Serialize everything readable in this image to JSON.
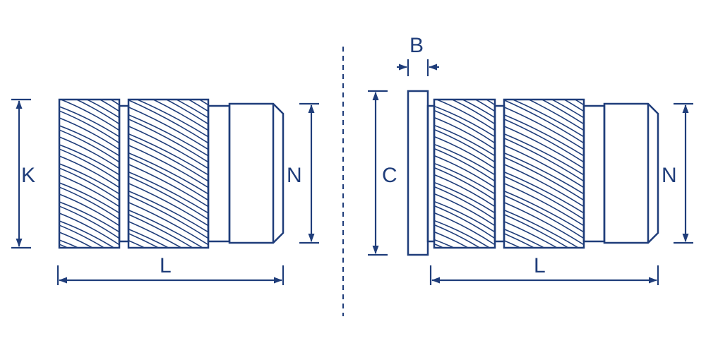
{
  "colors": {
    "stroke": "#1f3d7a",
    "background": "#ffffff"
  },
  "diagram": {
    "left_view": {
      "labels": {
        "height": "K",
        "length": "L",
        "pilot": "N"
      }
    },
    "right_view": {
      "labels": {
        "flange_thickness": "B",
        "flange_diameter": "C",
        "length": "L",
        "pilot": "N"
      }
    },
    "divider": {
      "style": "dashed"
    }
  }
}
